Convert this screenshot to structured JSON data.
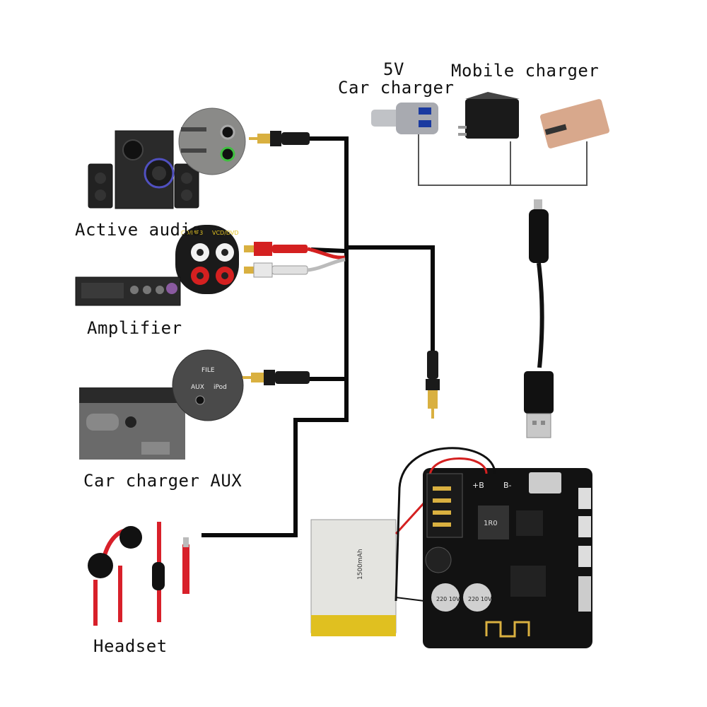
{
  "labels": {
    "charger_5v": "5V",
    "car_charger": "Car charger",
    "mobile_charger": "Mobile charger",
    "active_audio": "Active audio",
    "amplifier": "Amplifier",
    "car_charger_aux": "Car charger AUX",
    "headset": "Headset"
  },
  "small_text": {
    "rca_cd_mp3": "CD/MP3",
    "rca_vcd_dvd": "VCD/DVD",
    "aux_file": "FILE",
    "aux_aux": "AUX",
    "aux_ipod": "iPod",
    "board_plus_b": "+B",
    "board_minus_b": "B-",
    "cap_left": "220 10V",
    "cap_right": "220 10V",
    "inductor": "1R0",
    "battery_text": "1500mAh"
  },
  "colors": {
    "wire": "#0a0a0a",
    "rca_red": "#d42020",
    "rca_white": "#e8e8e8",
    "headset_red": "#d8202a",
    "gold": "#d9b040",
    "board": "#121212",
    "battery": "#e4e4e0",
    "power_bank": "#d8a88c",
    "charger_gray": "#a8aab0"
  }
}
